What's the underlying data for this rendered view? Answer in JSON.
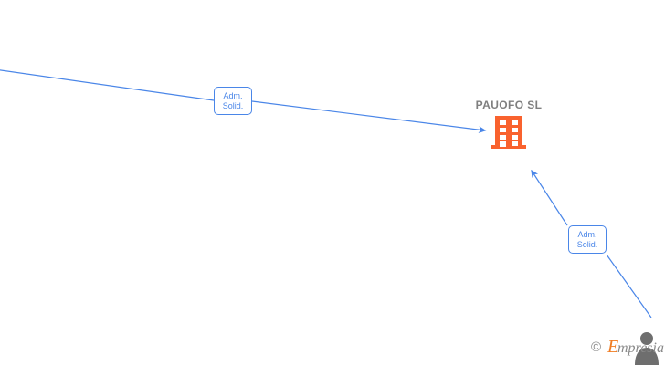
{
  "graph": {
    "company": {
      "name": "PAUOFO  SL",
      "icon": "building-icon",
      "icon_color": "#f9622e"
    },
    "relations": [
      {
        "id": "rel-0",
        "line1": "Adm.",
        "line2": "Solid.",
        "direction": "incoming"
      },
      {
        "id": "rel-1",
        "line1": "Adm.",
        "line2": "Solid.",
        "direction": "incoming"
      }
    ],
    "colors": {
      "edge": "#4a86e8",
      "label_text": "#4a86e8",
      "company_text": "#7f7f7f",
      "background": "#ffffff"
    }
  },
  "watermark": {
    "copyright": "©",
    "brand_initial": "E",
    "brand_rest": "mpresia",
    "icon": "person-silhouette-icon",
    "brand_color": "#f07d24",
    "text_color": "#8a8a8a"
  }
}
